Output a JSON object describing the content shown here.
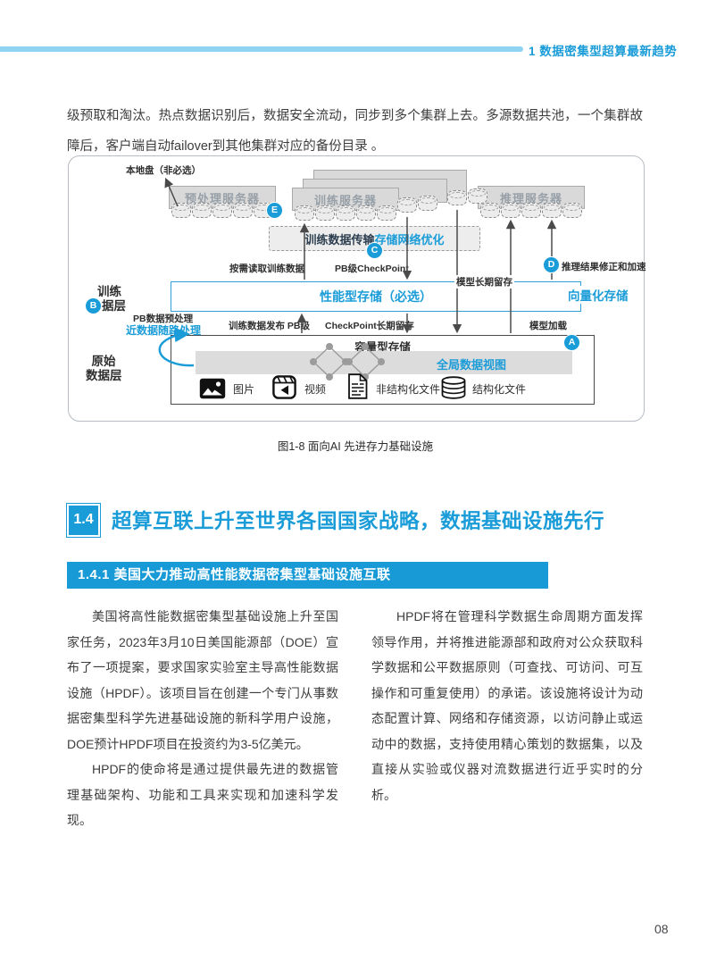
{
  "colors": {
    "accent": "#1a9cd8",
    "header_rule": "#8fd2f2",
    "subsection_bar": "#189ad6",
    "body_text": "#3d3d3d",
    "server_box": "#d9d9d9"
  },
  "header": {
    "chapter": "1 数据密集型超算最新趋势"
  },
  "intro": {
    "text": "级预取和淘汰。热点数据识别后，数据安全流动，同步到多个集群上去。多源数据共池，一个集群故障后，客户端自动failover到其他集群对应的备份目录 。"
  },
  "figure": {
    "caption": "图1-8 面向AI 先进存力基础设施",
    "markers": {
      "a": "A",
      "b": "B",
      "c": "C",
      "d": "D",
      "e": "E"
    },
    "labels": {
      "local_disk": "本地盘（非必选）",
      "server_preprocess": "预处理服务器",
      "server_train": "训练服务器",
      "server_infer": "推理服务器",
      "net_opt_dark": "训练数据传输",
      "net_opt_blue": "存储网络优化",
      "read_on_demand": "按需读取训练数据",
      "pb_checkpoint": "PB级CheckPoint",
      "model_retention": "模型长期留存",
      "infer_fix": "推理结果修正和加速",
      "vector_storage": "向量化存储",
      "perf_storage": "性能型存储（必选）",
      "train_layer_line1": "训练",
      "train_layer_line2": "据层",
      "pb_preprocess": "PB数据预处理",
      "near_data": "近数据随路处理",
      "train_publish": "训练数据发布 PB级",
      "ckpt_retention": "CheckPoint长期留存",
      "model_load": "模型加载",
      "raw_layer_line1": "原始",
      "raw_layer_line2": "数据层",
      "capacity_storage": "容量型存储",
      "global_view": "全局数据视图",
      "file_image": "图片",
      "file_video": "视频",
      "file_unstructured": "非结构化文件",
      "file_structured": "结构化文件"
    }
  },
  "section": {
    "number": "1.4",
    "title": "超算互联上升至世界各国国家战略，数据基础设施先行"
  },
  "subsection": {
    "title": "1.4.1 美国大力推动高性能数据密集型基础设施互联"
  },
  "body": {
    "left": {
      "p1": "美国将高性能数据密集型基础设施上升至国家任务，2023年3月10日美国能源部（DOE）宣布了一项提案，要求国家实验室主导高性能数据设施（HPDF）。该项目旨在创建一个专门从事数据密集型科学先进基础设施的新科学用户设施，DOE预计HPDF项目在投资约为3-5亿美元。",
      "p2": "HPDF的使命将是通过提供最先进的数据管理基础架构、功能和工具来实现和加速科学发现。"
    },
    "right": {
      "p1": "HPDF将在管理科学数据生命周期方面发挥领导作用，并将推进能源部和政府对公众获取科学数据和公平数据原则（可查找、可访问、可互操作和可重复使用）的承诺。该设施将设计为动态配置计算、网络和存储资源，以访问静止或运动中的数据，支持使用精心策划的数据集，以及直接从实验或仪器对流数据进行近乎实时的分析。"
    }
  },
  "page": {
    "number": "08"
  }
}
